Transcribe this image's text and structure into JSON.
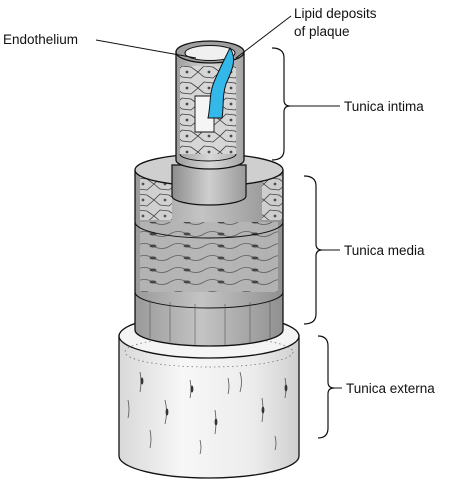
{
  "labels": {
    "endothelium": "Endothelium",
    "lipid_line1": "Lipid deposits",
    "lipid_line2": "of plaque",
    "intima": "Tunica intima",
    "media": "Tunica media",
    "externa": "Tunica externa"
  },
  "colors": {
    "outline": "#111111",
    "plaque": "#33b8ea",
    "intima_outer": "#8a8a8a",
    "intima_shade": "#b9b9b9",
    "media_base": "#a8a8a8",
    "media_dark": "#7c7c7c",
    "externa_base": "#f1f1f1"
  }
}
